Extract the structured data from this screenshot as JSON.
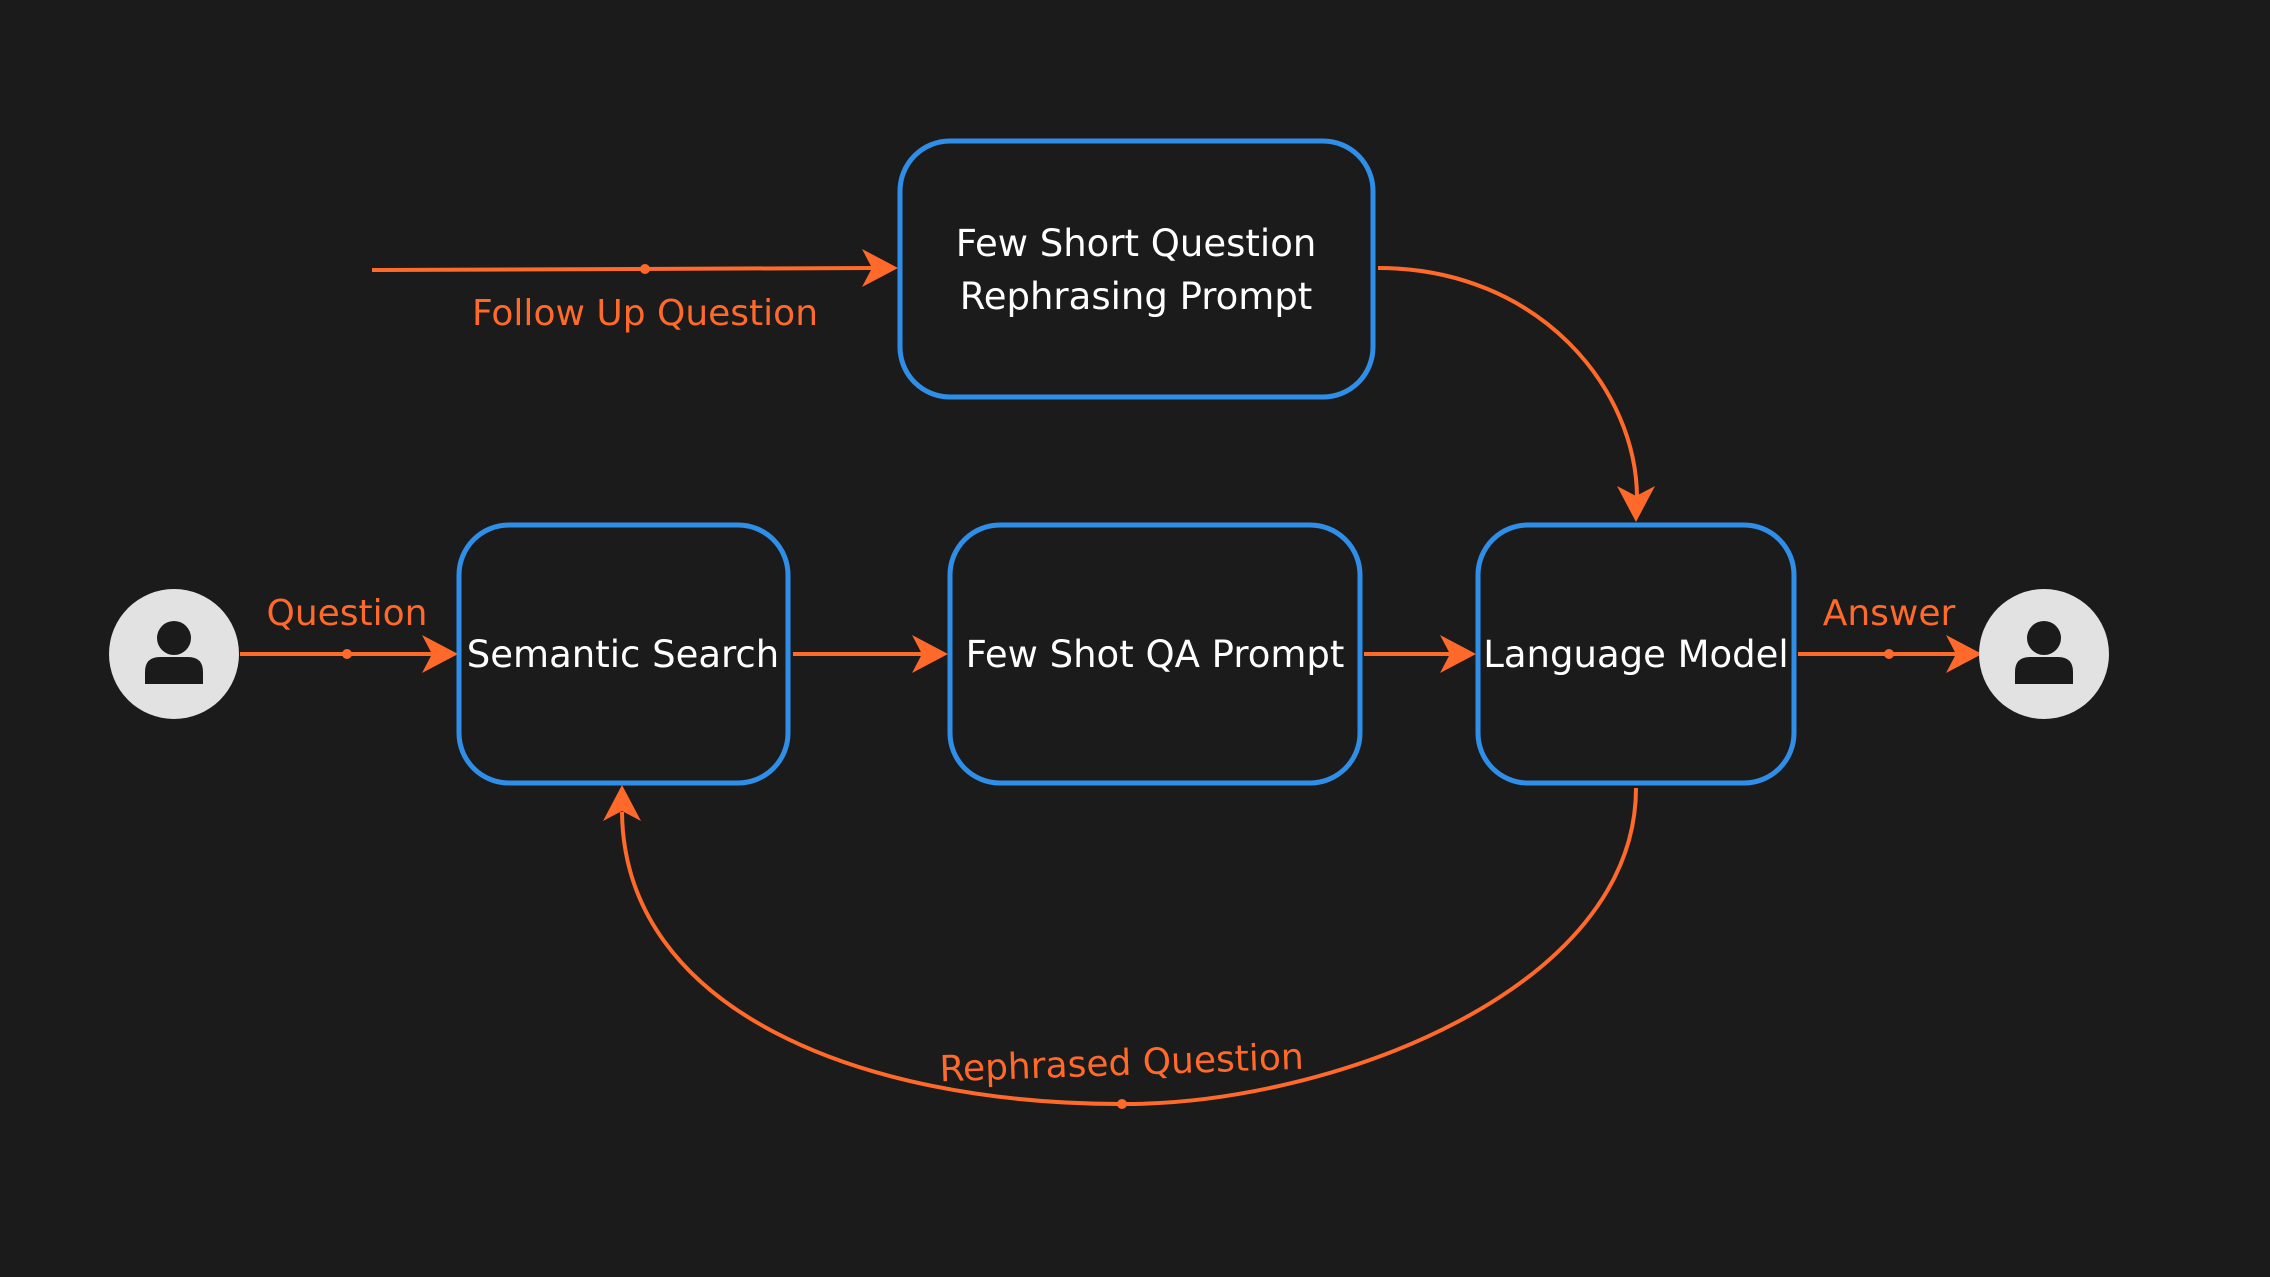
{
  "colors": {
    "background": "#1b1b1b",
    "node_border": "#2f8fe8",
    "edge": "#ff6a2a",
    "node_text": "#ffffff",
    "avatar": "#e2e2e2"
  },
  "nodes": {
    "rephrase_prompt": {
      "line1": "Few Short Question",
      "line2": "Rephrasing Prompt"
    },
    "semantic_search": {
      "label": "Semantic Search"
    },
    "qa_prompt": {
      "label": "Few Shot QA Prompt"
    },
    "language_model": {
      "label": "Language Model"
    }
  },
  "edges": {
    "follow_up": "Follow Up Question",
    "question": "Question",
    "answer": "Answer",
    "rephrased": "Rephrased Question"
  },
  "icons": {
    "user_left": "user-icon",
    "user_right": "user-icon"
  }
}
